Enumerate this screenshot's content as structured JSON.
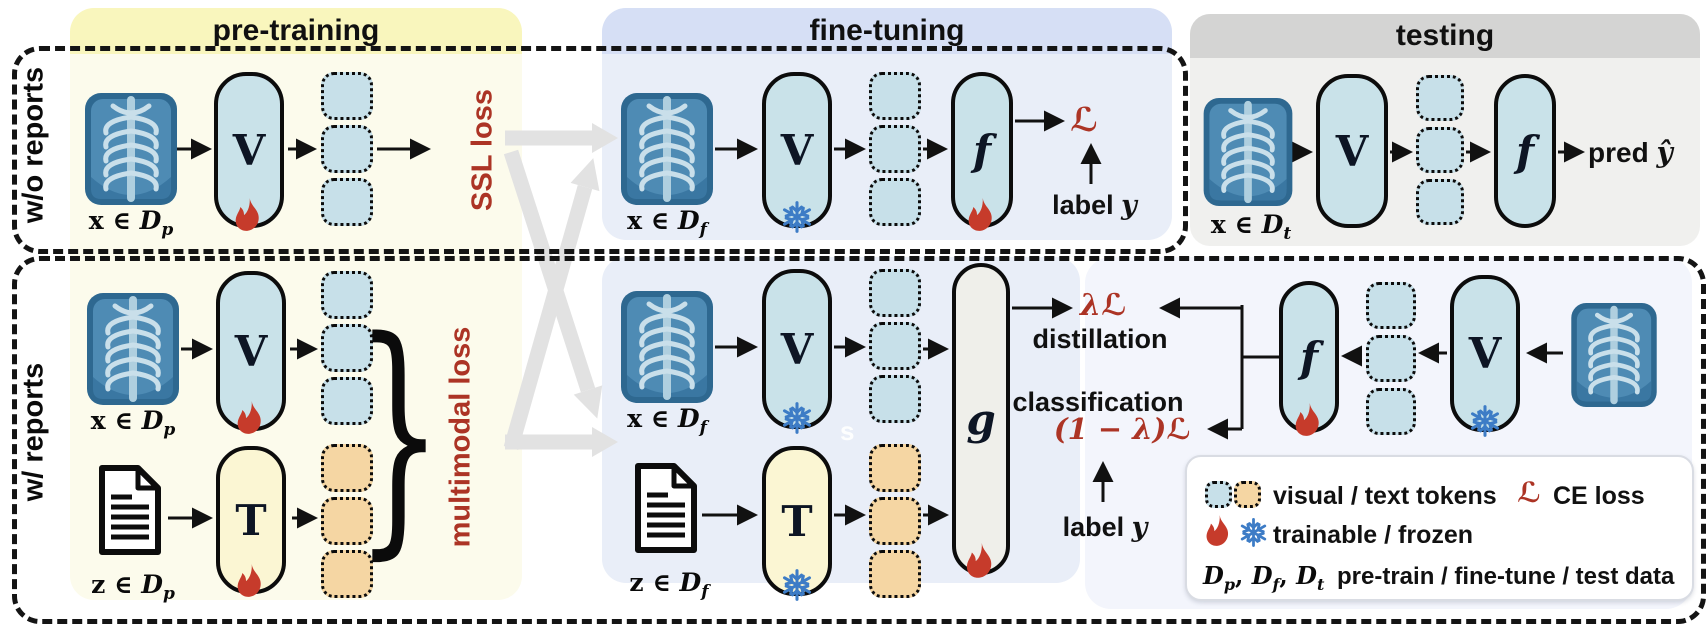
{
  "headers": {
    "pretraining": "pre-training",
    "finetuning": "fine-tuning",
    "testing": "testing"
  },
  "row_labels": {
    "without_reports": "w/o reports",
    "with_reports": "w/ reports"
  },
  "losses": {
    "ssl": "SSL loss",
    "multimodal": "multimodal loss"
  },
  "encoders": {
    "vision": "V",
    "text": "T",
    "classifier": "f",
    "fusion": "g"
  },
  "inputs": {
    "x_dp": {
      "main": "x ∈ ",
      "set": "D",
      "sub": "p"
    },
    "x_df": {
      "main": "x ∈ ",
      "set": "D",
      "sub": "f"
    },
    "x_dt": {
      "main": "x ∈ ",
      "set": "D",
      "sub": "t"
    },
    "z_dp": {
      "main": "z ∈ ",
      "set": "D",
      "sub": "p"
    },
    "z_df": {
      "main": "z ∈ ",
      "set": "D",
      "sub": "f"
    }
  },
  "outputs": {
    "ce_loss": "ℒ",
    "label": {
      "main": "label ",
      "var": "y"
    },
    "pred": {
      "main": "pred ",
      "var": "ŷ"
    },
    "lambda_loss": "λℒ",
    "distillation": "distillation",
    "classification": "classification",
    "one_minus_lambda_loss": "(1 − λ)ℒ"
  },
  "symbols": {
    "brace": "}",
    "watermark": "s"
  },
  "legend": {
    "tokens_label": "visual / text tokens",
    "ce_symbol": "ℒ",
    "ce_label": "CE loss",
    "trainable_frozen_label": "trainable / frozen",
    "datasets": [
      {
        "set": "D",
        "sub": "p",
        "after": ","
      },
      {
        "set": "D",
        "sub": "f",
        "after": ","
      },
      {
        "set": "D",
        "sub": "t",
        "after": ""
      }
    ],
    "datasets_label": "pre-train / fine-tune / test data"
  },
  "colors": {
    "accent_red": "#AC3425",
    "token_blue": "#C7E0E9",
    "token_orange": "#F5D6A3",
    "encoder_blue": "#C9E2E9",
    "encoder_yellow": "#FBF6D3",
    "fusion_gray": "#EFEFEA",
    "pretrain_header": "#F9F6BD",
    "pretrain_body": "#FCFBEC",
    "finetune_header": "#D6DFF5",
    "finetune_body": "#E9EEF8",
    "testing_header": "#D4D4D3",
    "testing_body": "#F0F0EE"
  }
}
